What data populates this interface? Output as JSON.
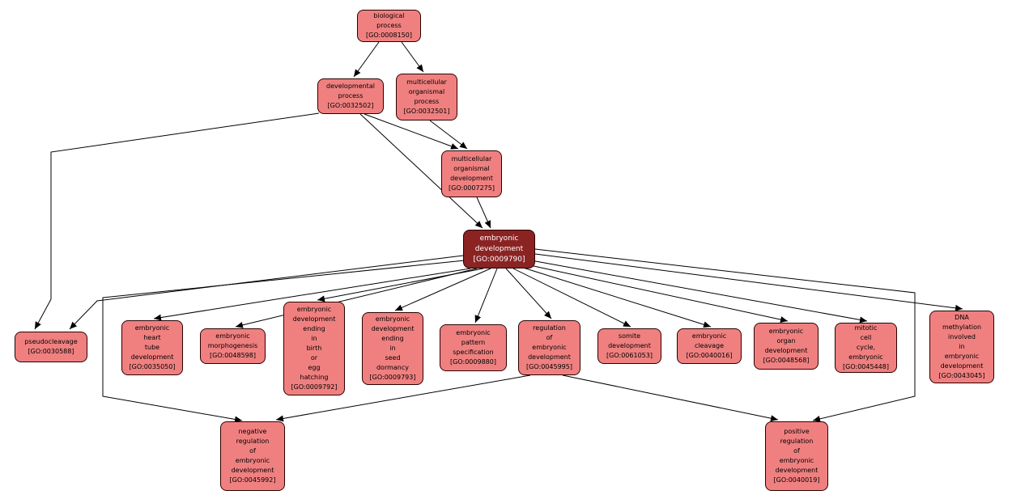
{
  "diagram": {
    "type": "gene-ontology-dag",
    "background": "#ffffff",
    "colors": {
      "node_fill": "#f08080",
      "node_border": "#2b0000",
      "selected_fill": "#8b2323",
      "selected_text": "#ffffff",
      "edge": "#000000"
    },
    "nodes": [
      {
        "go_id": "GO:0008150",
        "label": "biological\nprocess\n[GO:0008150]",
        "highlighted": false
      },
      {
        "go_id": "GO:0032502",
        "label": "developmental\nprocess\n[GO:0032502]",
        "highlighted": false
      },
      {
        "go_id": "GO:0032501",
        "label": "multicellular\norganismal\nprocess\n[GO:0032501]",
        "highlighted": false
      },
      {
        "go_id": "GO:0007275",
        "label": "multicellular\norganismal\ndevelopment\n[GO:0007275]",
        "highlighted": false
      },
      {
        "go_id": "GO:0009790",
        "label": "embryonic\ndevelopment\n[GO:0009790]",
        "highlighted": true
      },
      {
        "go_id": "GO:0030588",
        "label": "pseudocleavage\n[GO:0030588]",
        "highlighted": false
      },
      {
        "go_id": "GO:0035050",
        "label": "embryonic\nheart\ntube\ndevelopment\n[GO:0035050]",
        "highlighted": false
      },
      {
        "go_id": "GO:0048598",
        "label": "embryonic\nmorphogenesis\n[GO:0048598]",
        "highlighted": false
      },
      {
        "go_id": "GO:0009792",
        "label": "embryonic\ndevelopment\nending\nin\nbirth\nor\negg\nhatching\n[GO:0009792]",
        "highlighted": false
      },
      {
        "go_id": "GO:0009793",
        "label": "embryonic\ndevelopment\nending\nin\nseed\ndormancy\n[GO:0009793]",
        "highlighted": false
      },
      {
        "go_id": "GO:0009880",
        "label": "embryonic\npattern\nspecification\n[GO:0009880]",
        "highlighted": false
      },
      {
        "go_id": "GO:0045995",
        "label": "regulation\nof\nembryonic\ndevelopment\n[GO:0045995]",
        "highlighted": false
      },
      {
        "go_id": "GO:0061053",
        "label": "somite\ndevelopment\n[GO:0061053]",
        "highlighted": false
      },
      {
        "go_id": "GO:0040016",
        "label": "embryonic\ncleavage\n[GO:0040016]",
        "highlighted": false
      },
      {
        "go_id": "GO:0048568",
        "label": "embryonic\norgan\ndevelopment\n[GO:0048568]",
        "highlighted": false
      },
      {
        "go_id": "GO:0045448",
        "label": "mitotic\ncell\ncycle,\nembryonic\n[GO:0045448]",
        "highlighted": false
      },
      {
        "go_id": "GO:0043045",
        "label": "DNA\nmethylation\ninvolved\nin\nembryonic\ndevelopment\n[GO:0043045]",
        "highlighted": false
      },
      {
        "go_id": "GO:0045992",
        "label": "negative\nregulation\nof\nembryonic\ndevelopment\n[GO:0045992]",
        "highlighted": false
      },
      {
        "go_id": "GO:0040019",
        "label": "positive\nregulation\nof\nembryonic\ndevelopment\n[GO:0040019]",
        "highlighted": false
      }
    ],
    "edges": [
      {
        "from": "GO:0008150",
        "to": "GO:0032502"
      },
      {
        "from": "GO:0008150",
        "to": "GO:0032501"
      },
      {
        "from": "GO:0032502",
        "to": "GO:0007275"
      },
      {
        "from": "GO:0032501",
        "to": "GO:0007275"
      },
      {
        "from": "GO:0032502",
        "to": "GO:0009790"
      },
      {
        "from": "GO:0007275",
        "to": "GO:0009790"
      },
      {
        "from": "GO:0032502",
        "to": "GO:0030588"
      },
      {
        "from": "GO:0009790",
        "to": "GO:0030588"
      },
      {
        "from": "GO:0009790",
        "to": "GO:0035050"
      },
      {
        "from": "GO:0009790",
        "to": "GO:0048598"
      },
      {
        "from": "GO:0009790",
        "to": "GO:0009792"
      },
      {
        "from": "GO:0009790",
        "to": "GO:0009793"
      },
      {
        "from": "GO:0009790",
        "to": "GO:0009880"
      },
      {
        "from": "GO:0009790",
        "to": "GO:0045995"
      },
      {
        "from": "GO:0009790",
        "to": "GO:0061053"
      },
      {
        "from": "GO:0009790",
        "to": "GO:0040016"
      },
      {
        "from": "GO:0009790",
        "to": "GO:0048568"
      },
      {
        "from": "GO:0009790",
        "to": "GO:0045448"
      },
      {
        "from": "GO:0009790",
        "to": "GO:0043045"
      },
      {
        "from": "GO:0009790",
        "to": "GO:0045992"
      },
      {
        "from": "GO:0009790",
        "to": "GO:0040019"
      },
      {
        "from": "GO:0045995",
        "to": "GO:0045992"
      },
      {
        "from": "GO:0045995",
        "to": "GO:0040019"
      }
    ]
  }
}
